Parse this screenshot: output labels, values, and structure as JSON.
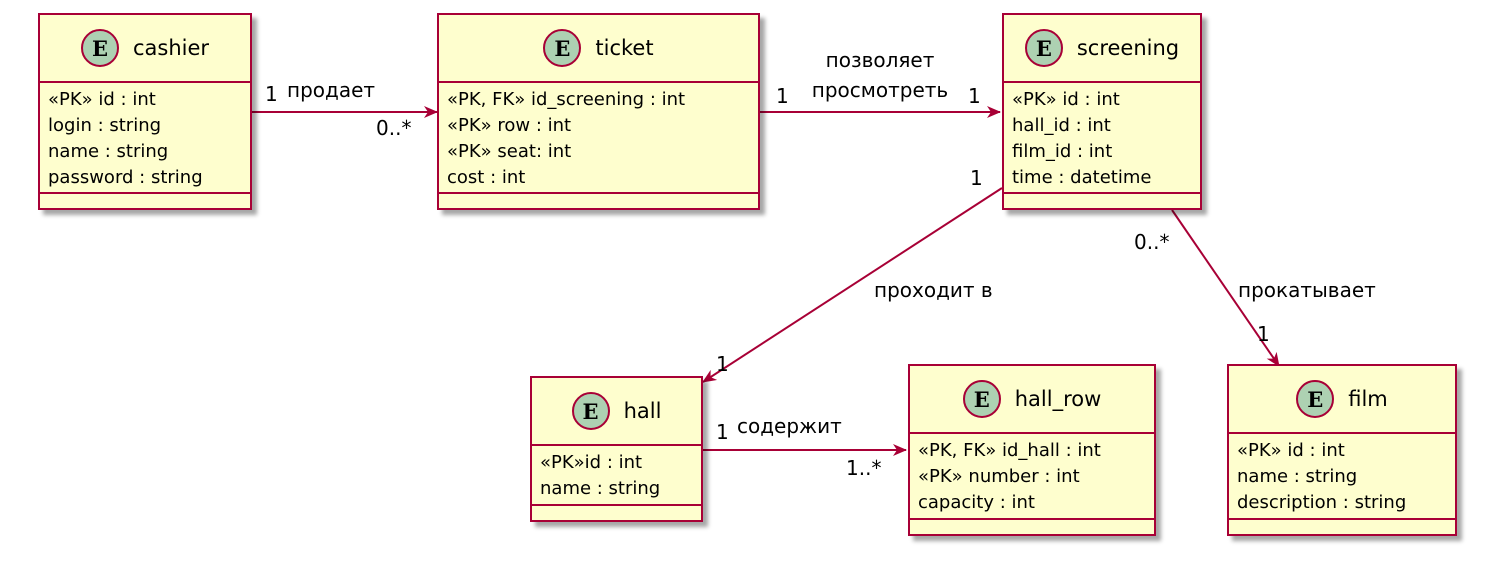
{
  "entities": {
    "cashier": {
      "badge": "E",
      "name": "cashier",
      "fields": [
        "«PK» id : int",
        "login : string",
        "name : string",
        "password : string"
      ]
    },
    "ticket": {
      "badge": "E",
      "name": "ticket",
      "fields": [
        "«PK, FK» id_screening : int",
        "«PK» row : int",
        "«PK» seat: int",
        "cost : int"
      ]
    },
    "screening": {
      "badge": "E",
      "name": "screening",
      "fields": [
        "«PK» id : int",
        "hall_id : int",
        "film_id : int",
        "time : datetime"
      ]
    },
    "hall": {
      "badge": "E",
      "name": "hall",
      "fields": [
        "«PK»id : int",
        "name : string"
      ]
    },
    "hall_row": {
      "badge": "E",
      "name": "hall_row",
      "fields": [
        "«PK, FK» id_hall : int",
        "«PK» number : int",
        "capacity : int"
      ]
    },
    "film": {
      "badge": "E",
      "name": "film",
      "fields": [
        "«PK» id : int",
        "name : string",
        "description : string"
      ]
    }
  },
  "relations": {
    "cashier_ticket": {
      "label": "продает",
      "from_mult": "1",
      "to_mult": "0..*"
    },
    "ticket_screening": {
      "label_line1": "позволяет",
      "label_line2": "просмотреть",
      "from_mult": "1",
      "to_mult": "1"
    },
    "screening_hall": {
      "label": "проходит в",
      "from_mult": "1",
      "to_mult": "1"
    },
    "screening_film": {
      "label": "прокатывает",
      "from_mult": "0..*",
      "to_mult": "1"
    },
    "hall_hallrow": {
      "label": "содержит",
      "from_mult": "1",
      "to_mult": "1..*"
    }
  },
  "colors": {
    "entity_fill": "#FEFECE",
    "entity_border": "#A80036",
    "badge_fill": "#ADD1B2",
    "arrow": "#A80036"
  }
}
